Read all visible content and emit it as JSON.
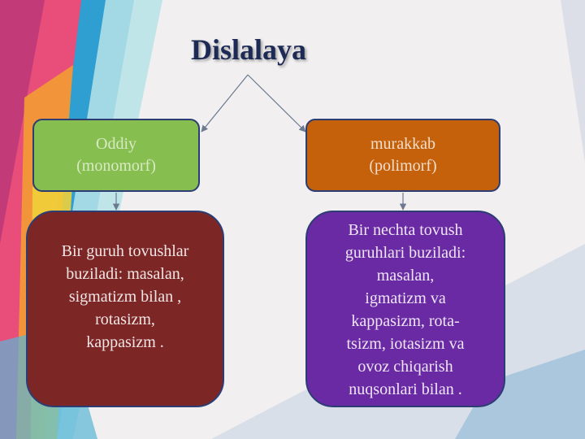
{
  "title": "Dislalaya",
  "types": [
    {
      "name": "Oddiy",
      "alt": "(monomorf)"
    },
    {
      "name": "murakkab",
      "alt": "(polimorf)"
    }
  ],
  "descriptions": {
    "left": [
      "Bir guruh tovushlar",
      "buziladi: masalan,",
      "sigmatizm bilan ,",
      "rotasizm,",
      "kappasizm ."
    ],
    "right": [
      "Bir nechta tovush",
      "guruhlari buziladi:",
      "masalan,",
      "igmatizm va",
      "kappasizm, rota-",
      "tsizm, iotasizm va",
      "ovoz chiqarish",
      "nuqsonlari bilan ."
    ]
  },
  "colors": {
    "oddiy_box": "#86bf4f",
    "murakkab_box": "#c5600b",
    "left_desc_box": "#7d2626",
    "right_desc_box": "#6a2aa3",
    "title_text": "#1d2a55"
  }
}
